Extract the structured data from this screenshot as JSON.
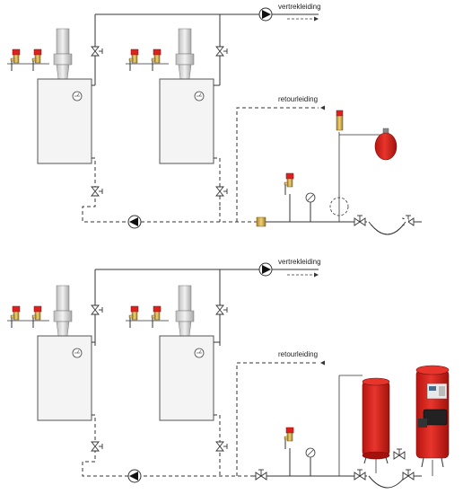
{
  "labels": {
    "top_supply": "vertrekleiding",
    "top_return": "retourleiding",
    "bottom_supply": "vertrekleiding",
    "bottom_return": "retourleiding"
  },
  "colors": {
    "pipe": "#333333",
    "boiler_body": "#f4f4f4",
    "boiler_edge": "#555555",
    "flue": "#d9d9d9",
    "valve_red": "#e0201e",
    "brass": "#d8b24a",
    "vessel_red": "#d9221c",
    "vessel_dark": "#a4120e"
  }
}
